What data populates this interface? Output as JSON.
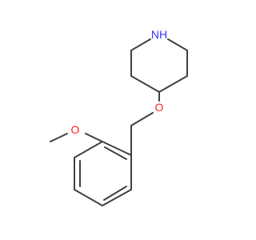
{
  "molecule": {
    "colors": {
      "bond": "#404040",
      "nitrogen": "#3333ff",
      "oxygen": "#ff2020",
      "background": "#ffffff"
    },
    "atoms": {
      "N1": "NH",
      "O_ether": "O",
      "O_methoxy": "O"
    }
  }
}
